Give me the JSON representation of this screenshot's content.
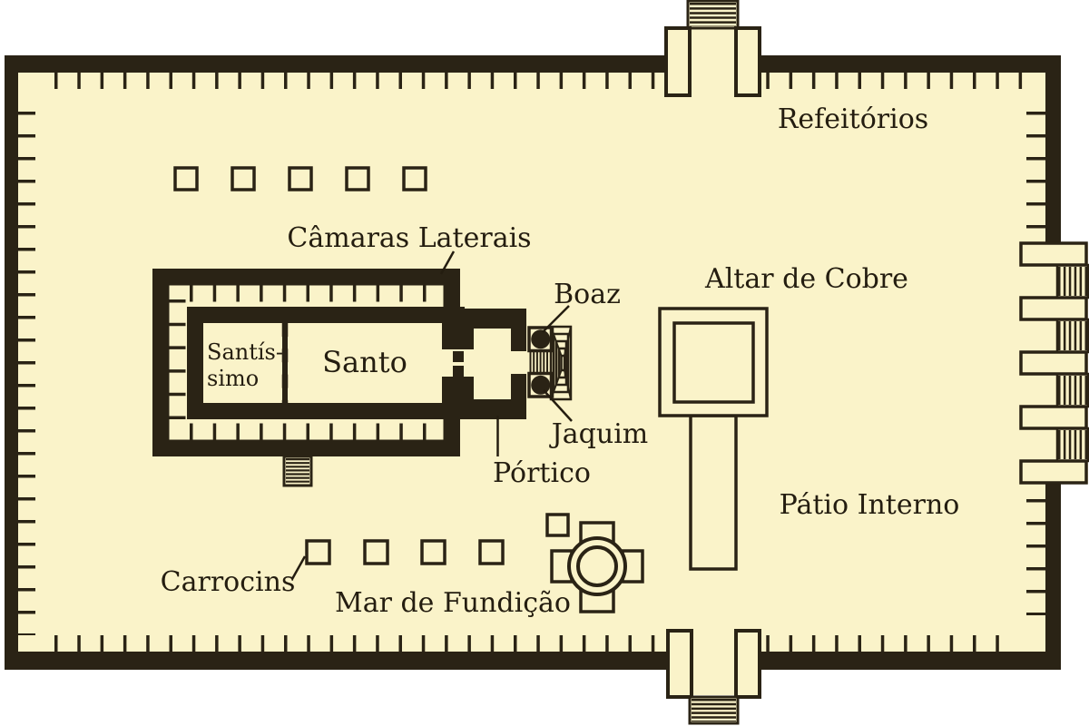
{
  "diagram": {
    "type": "temple-floor-plan",
    "labels": {
      "refeitorios": "Refeitórios",
      "camaras_laterais": "Câmaras Laterais",
      "boaz": "Boaz",
      "jaquim": "Jaquim",
      "portico": "Pórtico",
      "altar_de_cobre": "Altar de Cobre",
      "patio_interno": "Pátio Interno",
      "santissimo_line1": "Santís-",
      "santissimo_line2": "simo",
      "santo": "Santo",
      "carrocins": "Carrocins",
      "mar_de_fundicao": "Mar de Fundição"
    },
    "colors": {
      "page_background": "#ffffff",
      "courtyard_fill": "#faf3c9",
      "wall_dark": "#2a2315",
      "text": "#241d10"
    }
  }
}
